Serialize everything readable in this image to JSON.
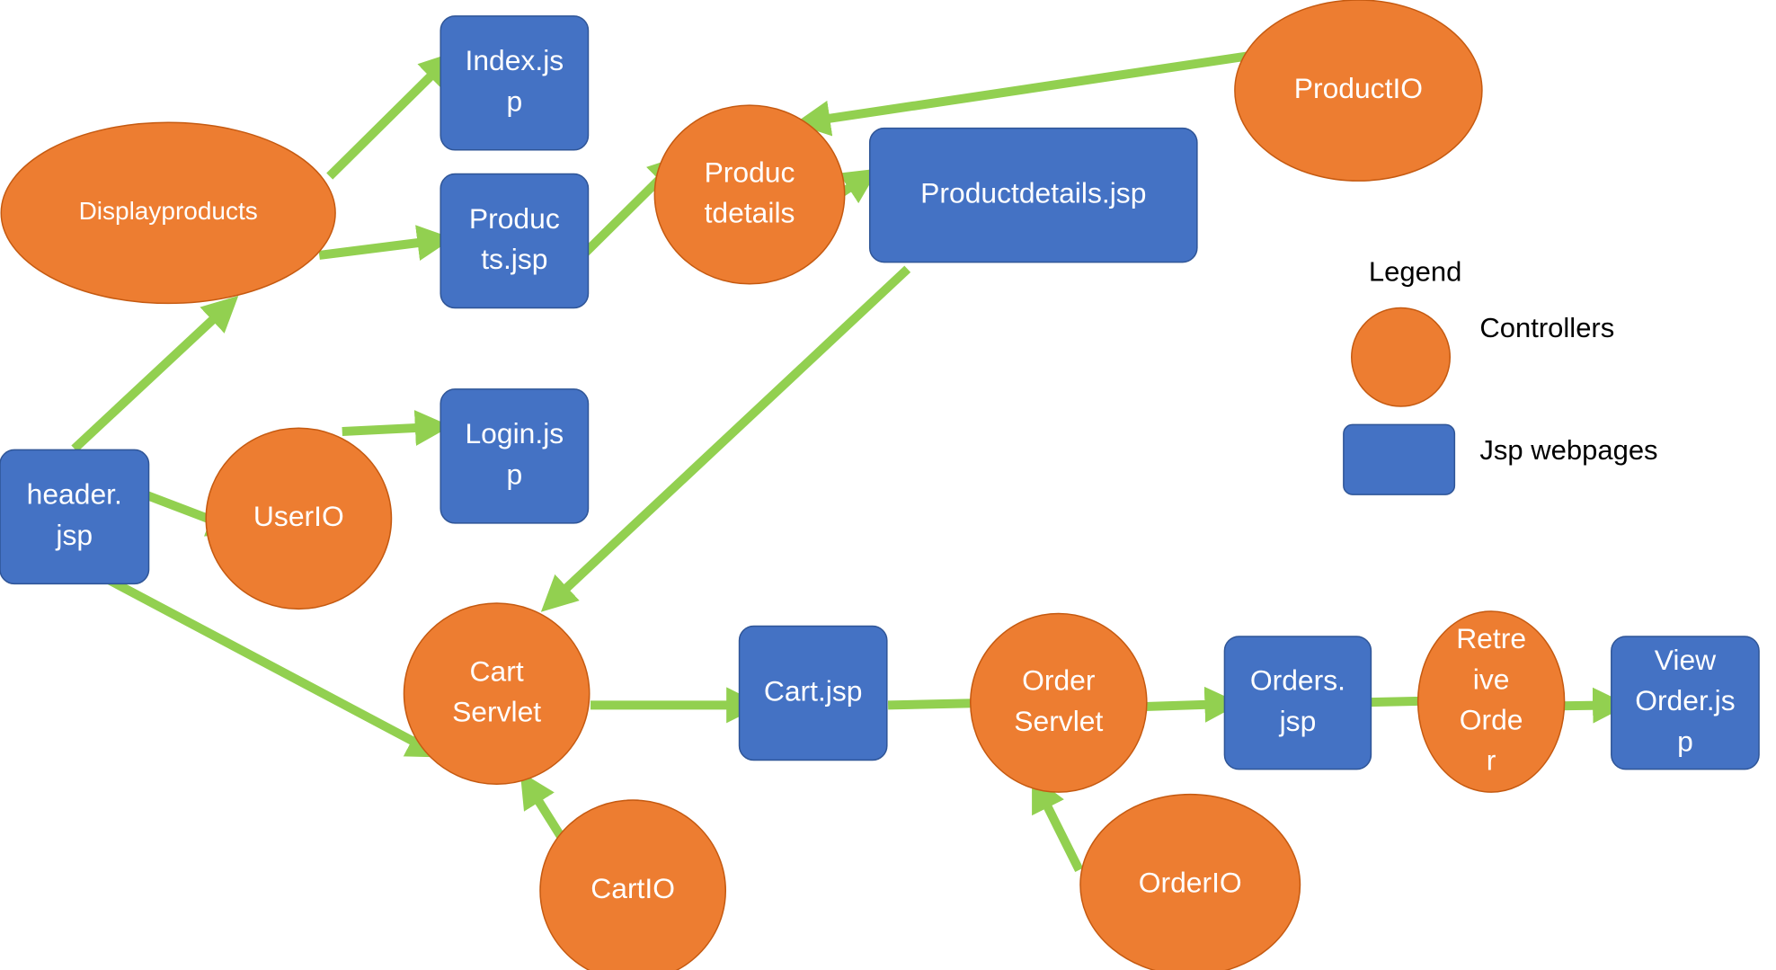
{
  "colors": {
    "controller": "#ED7D31",
    "controller_stroke": "#C55A11",
    "jsp": "#4472C4",
    "jsp_stroke": "#2F5597",
    "arrow": "#92D050",
    "label": "#FFFFFF"
  },
  "nodes": {
    "displayproducts": [
      "Displayproducts"
    ],
    "index_jsp": [
      "Index.js",
      "p"
    ],
    "products_jsp": [
      "Produc",
      "ts.jsp"
    ],
    "productdetails": [
      "Produc",
      "tdetails"
    ],
    "productdetails_jsp": [
      "Productdetails.jsp"
    ],
    "productio": [
      "ProductIO"
    ],
    "header_jsp": [
      "header.",
      "jsp"
    ],
    "userio": [
      "UserIO"
    ],
    "login_jsp": [
      "Login.js",
      "p"
    ],
    "cart_servlet": [
      "Cart",
      "Servlet"
    ],
    "cart_jsp": [
      "Cart.jsp"
    ],
    "cartio": [
      "CartIO"
    ],
    "order_servlet": [
      "Order",
      "Servlet"
    ],
    "orders_jsp": [
      "Orders.",
      "jsp"
    ],
    "retrieve_order": [
      "Retre",
      "ive",
      "Orde",
      "r"
    ],
    "view_order_jsp": [
      "View",
      "Order.js",
      "p"
    ],
    "orderio": [
      "OrderIO"
    ]
  },
  "legend": {
    "title": "Legend",
    "controllers": "Controllers",
    "jsp_webpages": "Jsp webpages"
  }
}
